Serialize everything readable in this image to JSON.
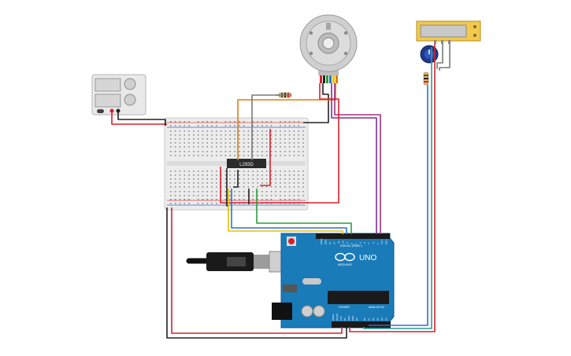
{
  "arduino": {
    "brand_text": "ARDUINO",
    "model_text": "UNO",
    "digital_label": "DIGITAL (PWM~)",
    "power_label": "POWER",
    "analog_label": "ANALOG IN",
    "digital_pins": [
      "AREF",
      "GND",
      "13",
      "12",
      "~11",
      "~10",
      "~9",
      "8",
      "7",
      "~6",
      "~5",
      "4",
      "~3",
      "2",
      "TX 1",
      "RX 0"
    ],
    "power_pins": [
      "IOREF",
      "RESET",
      "3.3V",
      "5V",
      "GND",
      "GND",
      "Vin"
    ],
    "analog_pins": [
      "A0",
      "A1",
      "A2",
      "A3",
      "A4",
      "A5"
    ]
  },
  "motor_driver": {
    "chip_label": "L293D"
  },
  "colors": {
    "wire_red": "#d9202b",
    "wire_black": "#222222",
    "wire_orange": "#e07d10",
    "wire_yellow": "#e8c000",
    "wire_blue": "#2a6fd6",
    "wire_green": "#2a9d3a",
    "wire_purple": "#7b2ea0",
    "wire_magenta": "#a0307e",
    "wire_gray": "#7a7a7a",
    "wire_teal": "#2a9d9a",
    "arduino_blue": "#1a7bb9",
    "lcd_yellow": "#f2c94c",
    "breadboard": "#ececec"
  }
}
